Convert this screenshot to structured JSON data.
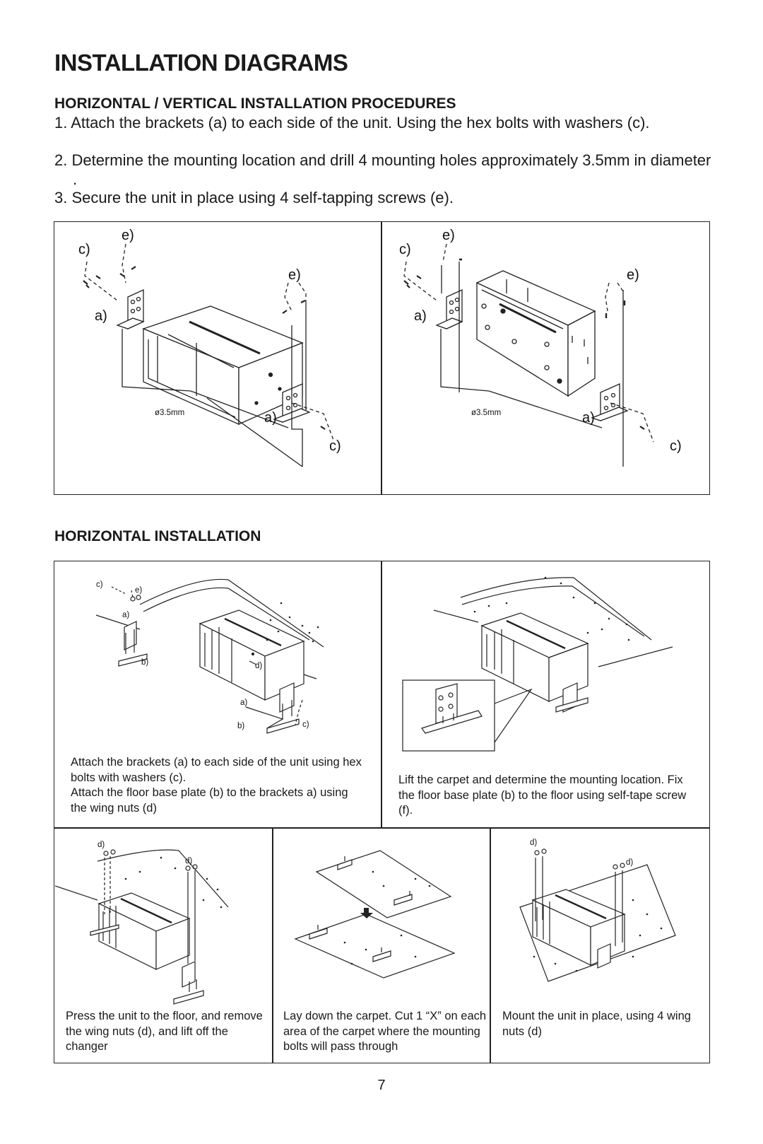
{
  "title": "INSTALLATION DIAGRAMS",
  "procedures": {
    "heading": "HORIZONTAL / VERTICAL INSTALLATION PROCEDURES",
    "steps": [
      "1. Attach the brackets (a) to each side of the unit.  Using the hex bolts with washers (c).",
      "2. Determine the mounting location and drill 4 mounting holes approximately 3.5mm in diameter .",
      "3. Secure the unit in place using 4 self-tapping screws (e)."
    ]
  },
  "diagram_labels": {
    "a": "a)",
    "b": "b)",
    "c": "c)",
    "d": "d)",
    "e": "e)",
    "hole": "ø3.5mm"
  },
  "horizontal": {
    "heading": "HORIZONTAL INSTALLATION",
    "captions": {
      "attach": "Attach the brackets (a) to each side of the unit using hex bolts with washers (c).\nAttach the floor base plate (b) to the brackets a) using the wing nuts (d)",
      "lift": "Lift the carpet and determine the mounting location.  Fix the floor base plate (b) to the floor using self-tape screw (f).",
      "press": "Press the unit to the floor, and remove the wing nuts (d), and lift off the changer",
      "lay": "Lay down the carpet.  Cut 1 “X” on each area of the carpet where the mounting bolts will pass through",
      "mount": "Mount the unit in place, using 4 wing nuts (d)"
    }
  },
  "page_number": "7"
}
